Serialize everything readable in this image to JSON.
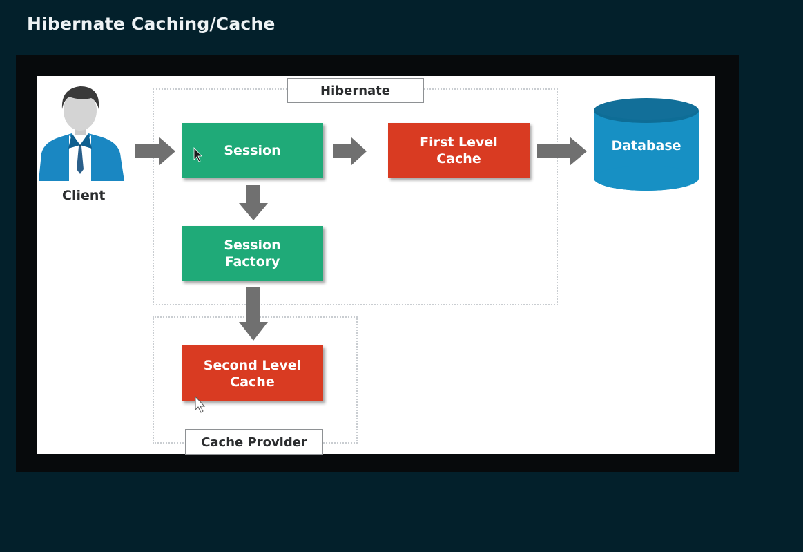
{
  "page": {
    "title": "Hibernate Caching/Cache"
  },
  "diagram": {
    "hibernate_label": "Hibernate",
    "cache_provider_label": "Cache Provider",
    "client_label": "Client",
    "session_label": "Session",
    "session_factory_label": "Session\nFactory",
    "first_level_cache_label": "First Level\nCache",
    "second_level_cache_label": "Second Level\nCache",
    "database_label": "Database"
  },
  "colors": {
    "background": "#03202b",
    "green_box": "#1faa78",
    "red_box": "#d93b22",
    "database": "#1790c4",
    "arrow": "#6f6f6f"
  }
}
